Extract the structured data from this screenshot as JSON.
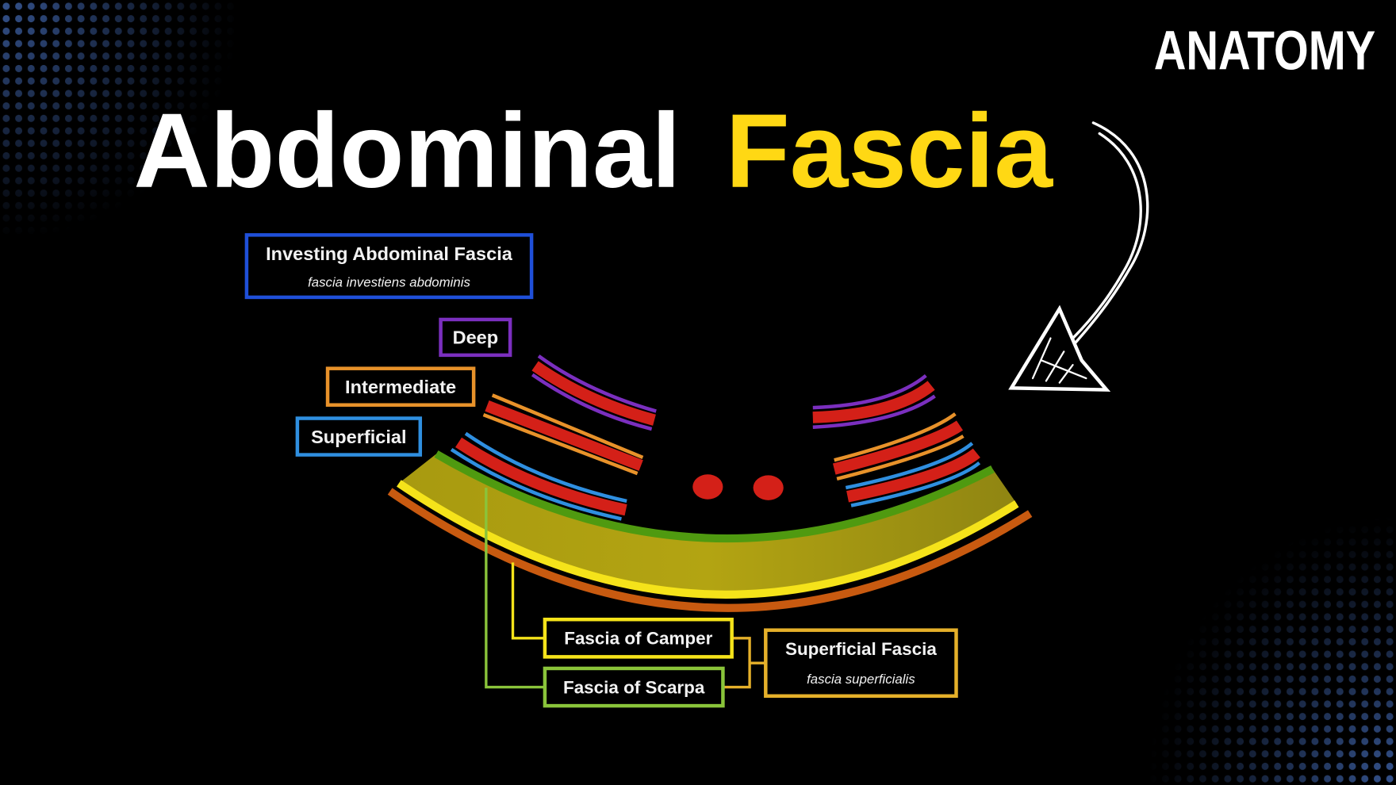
{
  "header": {
    "title_part1": "Abdominal",
    "title_part2": "Fascia",
    "brand": "ANATOMY"
  },
  "labels": {
    "investing": {
      "title": "Investing Abdominal Fascia",
      "latin": "fascia investiens abdominis"
    },
    "deep": "Deep",
    "intermediate": "Intermediate",
    "superficial": "Superficial",
    "camper": "Fascia of Camper",
    "scarpa": "Fascia of Scarpa",
    "superficial_fascia": {
      "title": "Superficial Fascia",
      "latin": "fascia superficialis"
    }
  },
  "colors": {
    "title_accent": "#FFD814",
    "investing": "#1f4fd8",
    "deep": "#7b2fbf",
    "intermediate": "#e8922a",
    "superficial": "#2f8fe0",
    "camper": "#f5e31a",
    "scarpa": "#8ac43a",
    "superficial_fascia": "#e5b02a",
    "muscle": "#d42018"
  },
  "icons": {
    "arrow": "hand-drawn-arrow-icon"
  }
}
